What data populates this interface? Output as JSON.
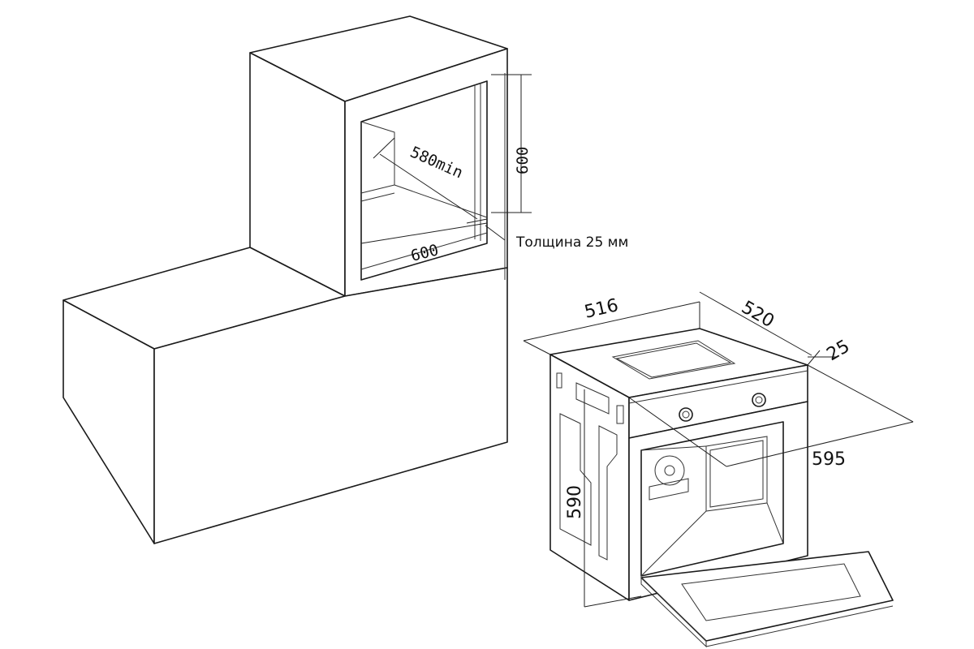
{
  "cabinet": {
    "depth_min": "580min",
    "height": "600",
    "width": "600",
    "thickness_note": "Толщина 25 мм"
  },
  "oven": {
    "depth": "516",
    "depth_total": "520",
    "panel": "25",
    "width": "595",
    "height": "590"
  }
}
